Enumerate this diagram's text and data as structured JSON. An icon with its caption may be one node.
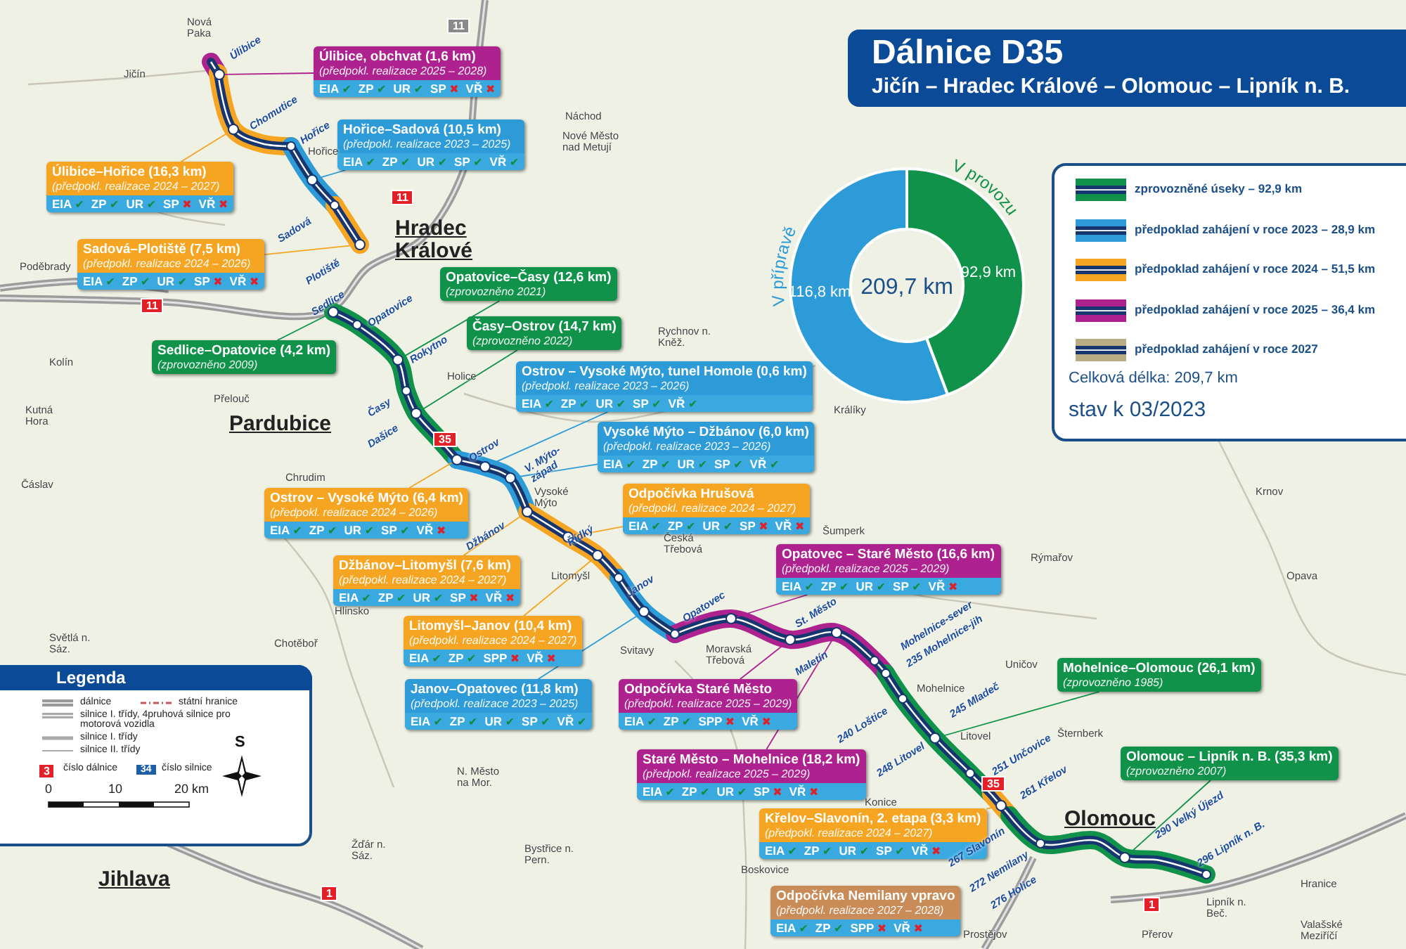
{
  "diagram": {
    "title": "Dálnice D35",
    "nodes": [
      {
        "text": [
          "Úlibice, obchvat (1,6 km)",
          "(předpokl. realizace 2025 – 2028)",
          "EIA ✔",
          "ZP ✔",
          "UR ✔",
          "SP ✖",
          "VŘ ✖"
        ]
      },
      {
        "text": [
          "Hořice–Sadová (10,5 km)",
          "(předpokl. realizace 2023 – 2025)",
          "EIA ✔",
          "ZP ✔",
          "UR ✔",
          "SP ✔",
          "VŘ ✔"
        ]
      },
      {
        "text": [
          "Úlibice–Hořice (16,3 km)",
          "(předpokl. realizace 2024 – 2027)",
          "EIA ✔",
          "ZP ✔",
          "UR ✔",
          "SP ✖",
          "VŘ ✖"
        ]
      },
      {
        "text": [
          "Sadová–Plotiště (7,5 km)",
          "(předpokl. realizace 2024 – 2026)",
          "EIA ✔",
          "ZP ✔",
          "UR ✔",
          "SP ✖",
          "VŘ ✖"
        ]
      },
      {
        "text": [
          "Opatovice–Časy (12,6 km)",
          "(zprovozněno 2021)"
        ]
      },
      {
        "text": [
          "Sedlice–Opatovice (4,2 km)",
          "(zprovozněno 2009)"
        ]
      },
      {
        "text": [
          "Časy–Ostrov (14,7 km)",
          "(zprovozněno 2022)"
        ]
      },
      {
        "text": [
          "Ostrov – Vysoké Mýto, tunel Homole (0,6 km)",
          "(předpokl. realizace 2023 – 2026)",
          "EIA ✔",
          "ZP ✔",
          "UR ✔",
          "SP ✔",
          "VŘ ✔"
        ]
      },
      {
        "text": [
          "Vysoké Mýto – Džbánov (6,0 km)",
          "(předpokl. realizace 2023 – 2026)",
          "EIA ✔",
          "ZP ✔",
          "UR ✔",
          "SP ✔",
          "VŘ ✔"
        ]
      },
      {
        "text": [
          "Ostrov – Vysoké Mýto (6,4 km)",
          "(předpokl. realizace 2024 – 2026)",
          "EIA ✔",
          "ZP ✔",
          "UR ✔",
          "SP ✔",
          "VŘ ✖"
        ]
      },
      {
        "text": [
          "Odpočívka Hrušová",
          "(předpokl. realizace 2024 – 2027)",
          "EIA ✔",
          "ZP ✔",
          "UR ✔",
          "SP ✖",
          "VŘ ✖"
        ]
      },
      {
        "text": [
          "Džbánov–Litomyšl (7,6 km)",
          "(předpokl. realizace 2024 – 2027)",
          "EIA ✔",
          "ZP ✔",
          "UR ✔",
          "SP ✖",
          "VŘ ✖"
        ]
      },
      {
        "text": [
          "Opatovec – Staré Město (16,6 km)",
          "(předpokl. realizace 2025 – 2029)",
          "EIA ✔",
          "ZP ✔",
          "UR ✔",
          "SP ✔",
          "VŘ ✖"
        ]
      },
      {
        "text": [
          "Litomyšl–Janov (10,4 km)",
          "(předpokl. realizace 2024 – 2027)",
          "EIA ✔",
          "ZP ✔",
          "SPP ✖",
          "VŘ ✖"
        ]
      },
      {
        "text": [
          "Janov–Opatovec (11,8 km)",
          "(předpokl. realizace 2023 – 2025)",
          "EIA ✔",
          "ZP ✔",
          "UR ✔",
          "SP ✔",
          "VŘ ✔"
        ]
      },
      {
        "text": [
          "Odpočívka Staré Město",
          "(předpokl. realizace 2025 – 2029)",
          "EIA ✔",
          "ZP ✔",
          "SPP ✖",
          "VŘ ✖"
        ]
      },
      {
        "text": [
          "Mohelnice–Olomouc (26,1 km)",
          "(zprovozněno 1985)"
        ]
      },
      {
        "text": [
          "Staré Město – Mohelnice (18,2 km)",
          "(předpokl. realizace 2025 – 2029)",
          "EIA ✔",
          "ZP ✔",
          "UR ✔",
          "SP ✖",
          "VŘ ✖"
        ]
      },
      {
        "text": [
          "Olomouc – Lipník n. B. (35,3 km)",
          "(zprovozněno 2007)"
        ]
      },
      {
        "text": [
          "Křelov–Slavonín, 2. etapa (3,3 km)",
          "(předpokl. realizace 2024 – 2027)",
          "EIA ✔",
          "ZP ✔",
          "UR ✔",
          "SP ✔",
          "VŘ ✖"
        ]
      },
      {
        "text": [
          "Odpočívka Nemilany vpravo",
          "(předpokl. realizace 2027 – 2028)",
          "EIA ✔",
          "ZP ✔",
          "SPP ✖",
          "VŘ ✖"
        ]
      },
      {
        "text": [],
        "shape": "circle"
      },
      {
        "text": [],
        "shape": "circle"
      },
      {
        "text": [],
        "shape": "circle"
      },
      {
        "text": [],
        "shape": "circle"
      },
      {
        "text": [],
        "shape": "circle"
      },
      {
        "text": [],
        "shape": "circle"
      },
      {
        "text": [],
        "shape": "circle"
      },
      {
        "text": [],
        "shape": "circle"
      },
      {
        "text": [],
        "shape": "circle"
      },
      {
        "text": [],
        "shape": "circle"
      },
      {
        "text": [],
        "shape": "circle"
      },
      {
        "text": [],
        "shape": "circle"
      },
      {
        "text": [],
        "shape": "circle"
      },
      {
        "text": [],
        "shape": "circle"
      },
      {
        "text": [],
        "shape": "circle"
      },
      {
        "text": [],
        "shape": "circle"
      },
      {
        "text": [],
        "shape": "circle"
      },
      {
        "text": [],
        "shape": "circle"
      },
      {
        "text": [],
        "shape": "circle"
      },
      {
        "text": [],
        "shape": "circle"
      }
    ],
    "edges": [
      {
        "from": 0,
        "to": 21,
        "arrow": "none",
        "color": "#ae2290"
      },
      {
        "from": 1,
        "to": 23,
        "arrow": "none",
        "color": "#2c9bd8"
      },
      {
        "from": 2,
        "to": 22,
        "arrow": "none",
        "color": "#f6a523"
      },
      {
        "from": 3,
        "to": 24,
        "arrow": "none",
        "color": "#f6a523"
      },
      {
        "from": 4,
        "to": 26,
        "arrow": "none",
        "color": "#10924a"
      },
      {
        "from": 5,
        "to": 25,
        "arrow": "none",
        "color": "#10924a"
      },
      {
        "from": 6,
        "to": 27,
        "arrow": "none",
        "color": "#10924a"
      },
      {
        "from": 7,
        "to": 29,
        "arrow": "none",
        "color": "#2c9bd8"
      },
      {
        "from": 8,
        "to": 30,
        "arrow": "none",
        "color": "#2c9bd8"
      },
      {
        "from": 9,
        "to": 28,
        "arrow": "none",
        "color": "#f6a523"
      },
      {
        "from": 10,
        "to": 32,
        "arrow": "none",
        "color": "#f6a523"
      },
      {
        "from": 11,
        "to": 31,
        "arrow": "none",
        "color": "#f6a523"
      },
      {
        "from": 12,
        "to": 35,
        "arrow": "none",
        "color": "#ae2290"
      },
      {
        "from": 13,
        "to": 33,
        "arrow": "none",
        "color": "#f6a523"
      },
      {
        "from": 14,
        "to": 34,
        "arrow": "none",
        "color": "#2c9bd8"
      },
      {
        "from": 15,
        "to": 37,
        "arrow": "none",
        "color": "#ae2290"
      },
      {
        "from": 16,
        "to": 38,
        "arrow": "none",
        "color": "#10924a"
      },
      {
        "from": 17,
        "to": 36,
        "arrow": "none",
        "color": "#ae2290"
      },
      {
        "from": 18,
        "to": 40,
        "arrow": "none",
        "color": "#10924a"
      },
      {
        "from": 19,
        "to": 39,
        "arrow": "none",
        "color": "#f6a523"
      }
    ],
    "labels": [
      "Jičín – Hradec Králové – Olomouc – Lipník n. B.",
      "Celková délka: 209,7 km",
      "stav k 03/2023",
      "Legenda",
      "3",
      "34",
      "0",
      "10",
      "20 km",
      "S",
      "Nová Paka",
      "Jičín",
      "Hořice",
      "Náchod",
      "Nové Město nad Metují",
      "Hradec Králové",
      "Rychnov n. Kněž.",
      "Poděbrady",
      "Kolín",
      "Kutná Hora",
      "Pardubice",
      "Přelouč",
      "Holice",
      "Chrudim",
      "Čáslav",
      "Vysoké Mýto",
      "Litomyšl",
      "Česká Třebová",
      "Svitavy",
      "Moravská Třebová",
      "Hlinsko",
      "Chotěboř",
      "Světlá n. Sáz.",
      "N. Město na Mor.",
      "Žďár n. Sáz.",
      "Bystřice n. Pern.",
      "Boskovice",
      "Jihlava",
      "Šumperk",
      "Mohelnice",
      "Uničov",
      "Litovel",
      "Šternberk",
      "Olomouc",
      "Prostějov",
      "Přerov",
      "Hranice",
      "Lipník n. Beč.",
      "Valašské Meziříčí",
      "Opava",
      "Krnov",
      "Rýmařov",
      "Králíky",
      "Konice",
      "Úlibice",
      "Chomutice",
      "Hořice",
      "Sadová",
      "Plotiště",
      "Sedlice",
      "Opatovice",
      "Rokytno",
      "Časy",
      "Dašice",
      "Ostrov",
      "V. Mýto-západ",
      "Džbánov",
      "Řídký",
      "Janov",
      "Opatovec",
      "St. Město",
      "Maletín",
      "Mohelnice-sever",
      "235 Mohelnice-jih",
      "240 Loštice",
      "245 Mladeč",
      "248 Litovel",
      "251 Unčovice",
      "261 Křelov",
      "267 Slavonín",
      "272 Nemilany",
      "276 Holice",
      "290 Velký Újezd",
      "296 Lipník n. B.",
      "11",
      "11",
      "11",
      "35",
      "35",
      "1",
      "1"
    ],
    "legend": [
      {
        "text": "zprovozněné úseky – 92,9 km"
      },
      {
        "text": "předpoklad zahájení v roce 2023 – 28,9 km"
      },
      {
        "text": "předpoklad zahájení v roce 2024 – 51,5 km"
      },
      {
        "text": "předpoklad zahájení v roce 2025 – 36,4 km"
      },
      {
        "text": "předpoklad zahájení v roce 2027"
      },
      {
        "text": "dálnice"
      },
      {
        "text": "silnice I. třídy, 4pruhová silnice pro motorová vozidla"
      },
      {
        "text": "silnice I. třídy"
      },
      {
        "text": "silnice II. třídy"
      },
      {
        "text": "státní hranice"
      },
      {
        "text": "číslo dálnice"
      },
      {
        "text": "číslo silnice"
      }
    ],
    "chart_data": {
      "type": "donut",
      "categories": [
        "V přípravě",
        "V provozu"
      ],
      "values": [
        116.8,
        92.9
      ],
      "value_labels": [
        "116,8 km",
        "92,9 km"
      ],
      "annotations": [
        "209,7 km"
      ]
    }
  }
}
